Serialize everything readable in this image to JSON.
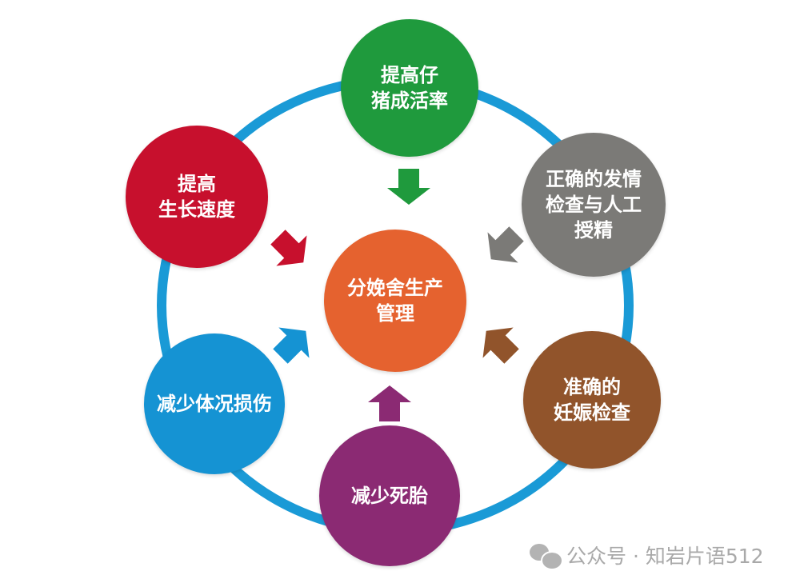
{
  "ring_color": "#1a9ad6",
  "center": {
    "lines": [
      "分娩舍生产",
      "管理"
    ],
    "color": "#e5622f"
  },
  "nodes": [
    {
      "id": "survival",
      "lines": [
        "提高仔",
        "猪成活率"
      ],
      "color": "#1f9a3d",
      "arrow": "down"
    },
    {
      "id": "estrus",
      "lines": [
        "正确的发情",
        "检查与人工",
        "授精"
      ],
      "color": "#7b7a77",
      "arrow": "down-left"
    },
    {
      "id": "pregnancy",
      "lines": [
        "准确的",
        "妊娠检查"
      ],
      "color": "#91542b",
      "arrow": "up-left"
    },
    {
      "id": "stillbirth",
      "lines": [
        "减少死胎"
      ],
      "color": "#8b2a73",
      "arrow": "up"
    },
    {
      "id": "injury",
      "lines": [
        "减少体况损伤"
      ],
      "color": "#1593d3",
      "arrow": "up-right"
    },
    {
      "id": "growth",
      "lines": [
        "提高",
        "生长速度"
      ],
      "color": "#c7102d",
      "arrow": "down-right"
    }
  ],
  "watermark": {
    "text": "公众号 · 知岩片语512",
    "icon": "wechat-icon"
  }
}
